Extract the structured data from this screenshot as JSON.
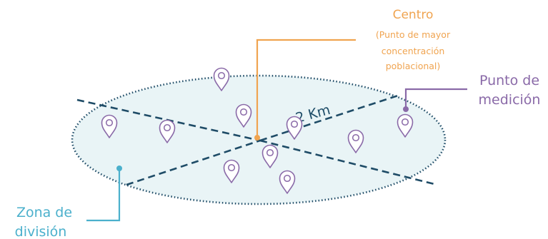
{
  "center_label": {
    "title": "Centro",
    "subtitle_lines": [
      "(Punto de mayor",
      "concentración",
      "poblacional)"
    ]
  },
  "distance_label": "2 Km",
  "measurement_label": {
    "lines": [
      "Punto de",
      "medición"
    ]
  },
  "division_label": {
    "lines": [
      "Zona de",
      "división"
    ]
  },
  "colors": {
    "ellipse_fill": "#e9f4f6",
    "ellipse_border": "#1f4c67",
    "dashed_lines": "#1f4c67",
    "center": "#f0a450",
    "measurement": "#8a6aa8",
    "division": "#4bb0cc",
    "pin": "#8a6aa8"
  },
  "icons": {
    "marker": "location-pin-icon"
  }
}
